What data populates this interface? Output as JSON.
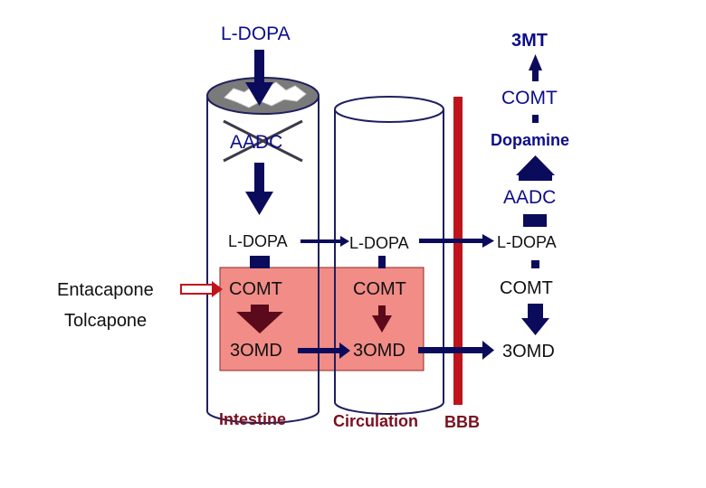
{
  "colors": {
    "navy": "#1f1f5f",
    "arrow_navy": "#0b0b5c",
    "dark_red": "#5a0a1a",
    "bbb_red": "#c0141c",
    "highlight": "#f0807a",
    "label_blue": "#0d0d8a",
    "label_black": "#111111",
    "label_red": "#7a1020"
  },
  "labels": {
    "ldopa_top": "L-DOPA",
    "mt3": "3MT",
    "comt_brain": "COMT",
    "dopamine": "Dopamine",
    "aadc_crossed": "AADC",
    "aadc_brain": "AADC",
    "ldopa_intestine": "L-DOPA",
    "ldopa_circulation": "L-DOPA",
    "ldopa_brain": "L-DOPA",
    "comt_intestine": "COMT",
    "comt_circulation": "COMT",
    "comt_brain_lower": "COMT",
    "omd_intestine": "3OMD",
    "omd_circulation": "3OMD",
    "omd_brain": "3OMD",
    "entacapone": "Entacapone",
    "tolcapone": "Tolcapone",
    "intestine": "Intestine",
    "circulation": "Circulation",
    "bbb": "BBB"
  }
}
